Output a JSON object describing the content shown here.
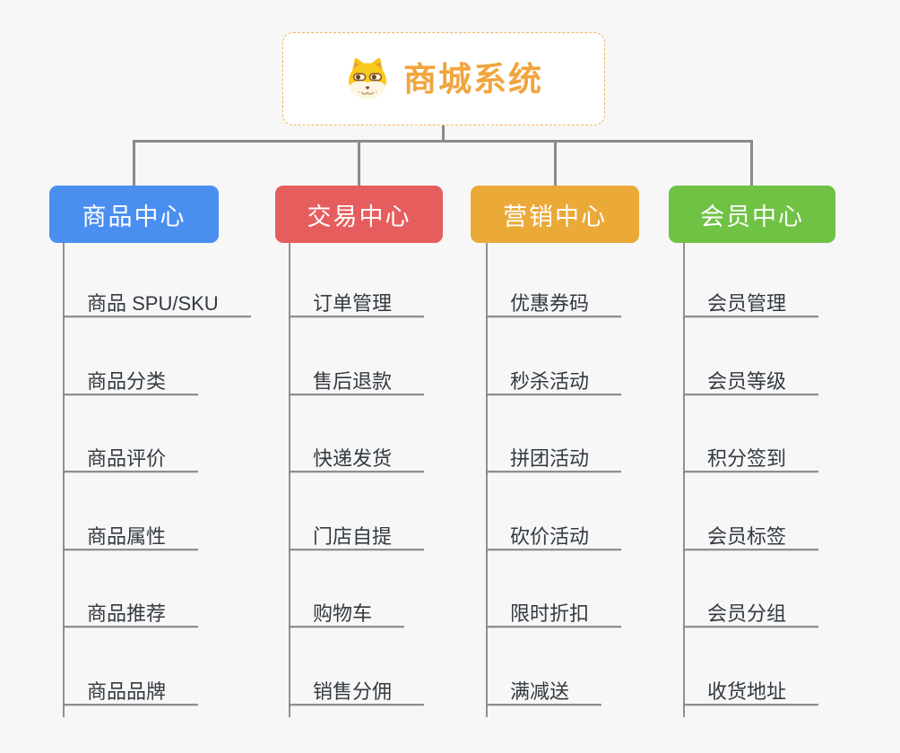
{
  "diagram": {
    "type": "mindmap-org-chart",
    "root": {
      "title": "商城系统",
      "icon": "doge-face-icon"
    },
    "branches": [
      {
        "label": "商品中心",
        "color": "#4a8ff0",
        "items": [
          "商品 SPU/SKU",
          "商品分类",
          "商品评价",
          "商品属性",
          "商品推荐",
          "商品品牌"
        ]
      },
      {
        "label": "交易中心",
        "color": "#e65d5d",
        "items": [
          "订单管理",
          "售后退款",
          "快递发货",
          "门店自提",
          "购物车",
          "销售分佣"
        ]
      },
      {
        "label": "营销中心",
        "color": "#eba938",
        "items": [
          "优惠券码",
          "秒杀活动",
          "拼团活动",
          "砍价活动",
          "限时折扣",
          "满减送"
        ]
      },
      {
        "label": "会员中心",
        "color": "#70c244",
        "items": [
          "会员管理",
          "会员等级",
          "积分签到",
          "会员标签",
          "会员分组",
          "收货地址"
        ]
      }
    ]
  },
  "colors": {
    "background": "#f7f7f8",
    "connector": "#8a8a8a",
    "root_border": "#f0b45e",
    "root_title": "#f0a53e"
  }
}
